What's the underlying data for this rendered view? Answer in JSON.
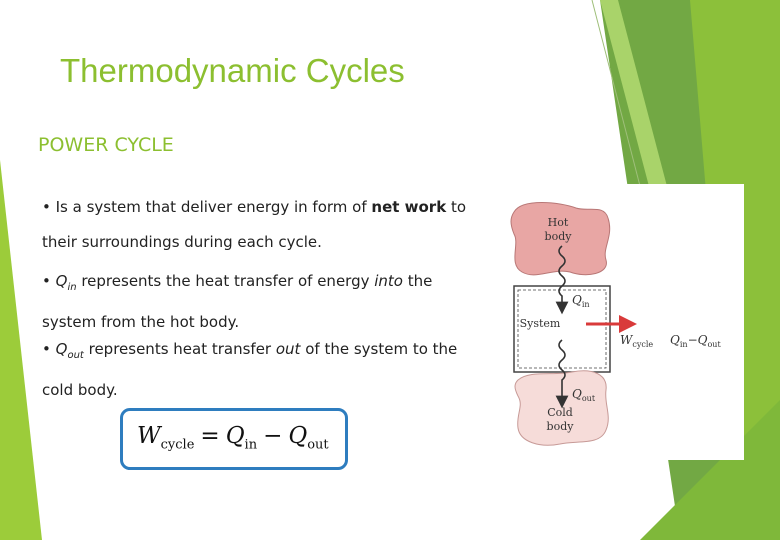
{
  "slide": {
    "title": "Thermodynamic Cycles",
    "subtitle": "POWER CYCLE"
  },
  "bullets": {
    "b1": {
      "bullet": "•",
      "text_a": " Is a system that deliver energy in form of ",
      "bold": "net work",
      "text_b": " to their surroundings during each cycle."
    },
    "b2": {
      "bullet": "•",
      "symbol": "Q",
      "subscript": "in",
      "text_a": " represents the heat transfer of energy ",
      "italic": "into",
      "text_b": " the system from the hot body."
    },
    "b3": {
      "bullet": "•",
      "symbol": "Q",
      "subscript": "out",
      "text_a": " represents heat transfer ",
      "italic": "out",
      "text_b": " of the system to the cold body."
    }
  },
  "equation": {
    "lhs": "W",
    "lhs_sub": "cycle",
    "eq": "=",
    "t1": "Q",
    "t1_sub": "in",
    "minus": "−",
    "t2": "Q",
    "t2_sub": "out"
  },
  "diagram": {
    "hot_line1": "Hot",
    "hot_line2": "body",
    "qin": "Q",
    "qin_sub": "in",
    "system": "System",
    "wcycle": "W",
    "wcycle_sub": "cycle",
    "net_a": "Q",
    "net_a_sub": "in",
    "net_minus": "−",
    "net_b": "Q",
    "net_b_sub": "out",
    "qout": "Q",
    "qout_sub": "out",
    "cold_line1": "Cold",
    "cold_line2": "body"
  },
  "colors": {
    "accent_green": "#8cbf30",
    "dark_green": "#5e9a2c",
    "equation_border": "#2e7dbf",
    "hot_fill": "#e8a6a4",
    "cold_fill": "#f6dcd9",
    "arrow_red": "#d93a3a"
  }
}
